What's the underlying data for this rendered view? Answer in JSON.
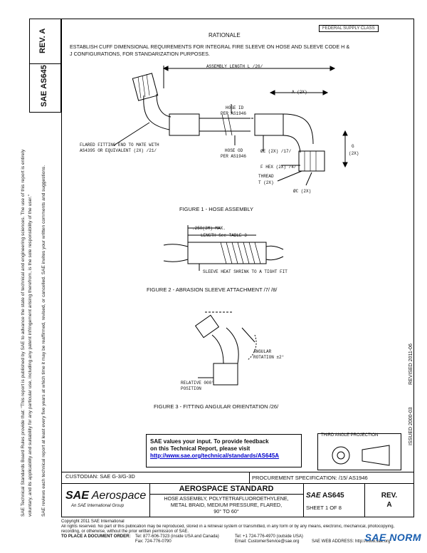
{
  "header": {
    "rev_label": "REV.",
    "rev_value": "A",
    "doc_code": "AS645",
    "sae_mark": "SAE",
    "stamp": "FEDERAL SUPPLY CLASS"
  },
  "side_notes": {
    "line1": "SAE Technical Standards Board Rules provide that: \"This report is published by SAE to advance the state of technical and engineering sciences. The use of this report is entirely",
    "line2": "voluntary, and its applicability and suitability for any particular use, including any patent infringement arising therefrom, is the sole responsibility of the user.\"",
    "line3": "SAE reviews each technical report at least every five years at which time it may be reaffirmed, revised, or cancelled. SAE invites your written comments and suggestions."
  },
  "right_margin": {
    "revised": "REVISED 2011-06",
    "issued": "ISSUED 2000-03"
  },
  "rationale": {
    "heading": "RATIONALE",
    "text_line1": "ESTABLISH CUFF DIMENSIONAL REQUIREMENTS FOR INTEGRAL FIRE SLEEVE ON HOSE AND SLEEVE CODE H &",
    "text_line2": "J CONFIGURATIONS, FOR STANDARIZATION PURPOSES."
  },
  "figure1": {
    "caption": "FIGURE 1 - HOSE ASSEMBLY",
    "assembly_length": "ASSEMBLY LENGTH L /26/",
    "hose_id": "HOSE ID",
    "hose_id_ref": "PER AS1946",
    "hose_od": "HOSE OD",
    "hose_od_ref": "PER AS1946",
    "flared_fitting_1": "FLARED FITTING END TO MATE WITH",
    "flared_fitting_2": "AS4395 OR EQUIVALENT (2X) /21/",
    "dim_a": "A (2X)",
    "dim_e": "ØE (2X) /17/",
    "f_hex": "F HEX (2X) /4/",
    "thread": "THREAD",
    "thread_t": "T (2X)",
    "dim_c": "ØC (2X)",
    "dim_g": "G",
    "dim_g2": "(2X)"
  },
  "figure2": {
    "caption": "FIGURE 2 - ABRASION SLEEVE ATTACHMENT /7/ /8/",
    "dim_max": ".250(3M) MAX.",
    "length_note": "LENGTH-See TABLE 3",
    "heat_shrink": "SLEEVE HEAT SHRINK TO A TIGHT FIT"
  },
  "figure3": {
    "caption": "FIGURE 3 - FITTING ANGULAR ORIENTATION /26/",
    "angular_1": "ANGULAR",
    "angular_2": "ROTATION ±2°",
    "relative_1": "RELATIVE 000°",
    "relative_2": "POSITION"
  },
  "feedback": {
    "line1": "SAE values your input. To provide feedback",
    "line2": "on this Technical Report, please visit",
    "url": "http://www.sae.org/technical/standards/AS645A"
  },
  "third_angle": "THIRD ANGLE PROJECTION",
  "custodian": "CUSTODIAN: SAE G-3/G-3D",
  "procurement": "PROCUREMENT SPECIFICATION: /15/ AS1946",
  "title_block": {
    "brand": "SAE Aerospace",
    "brand_sub": "An SAE International Group",
    "standard": "AEROSPACE STANDARD",
    "title_line1": "HOSE ASSEMBLY, POLYTETRAFLUOROETHYLENE,",
    "title_line2": "METAL BRAID, MEDIUM PRESSURE, FLARED,",
    "title_line3": "90° TO 60°",
    "sae_code": "SAE",
    "doc": "AS645",
    "sheet": "SHEET 1 OF 8",
    "rev_label": "REV.",
    "rev_value": "A"
  },
  "footer": {
    "copyright": "Copyright 2011 SAE International",
    "rights": "All rights reserved. No part of this publication may be reproduced, stored in a retrieval system or transmitted, in any form or by any means, electronic, mechanical, photocopying,",
    "rights2": "recording, or otherwise, without the prior written permission of SAE.",
    "order": "TO PLACE A DOCUMENT ORDER:",
    "tel": "Tel: 877-606-7323 (inside USA and Canada)",
    "tel2": "Tel: +1 724-776-4970 (outside USA)",
    "fax": "Fax: 724-776-0790",
    "email": "Email: CustomerService@sae.org",
    "web": "SAE WEB ADDRESS: http://www.sae.org"
  },
  "watermark": "SAE NORM"
}
